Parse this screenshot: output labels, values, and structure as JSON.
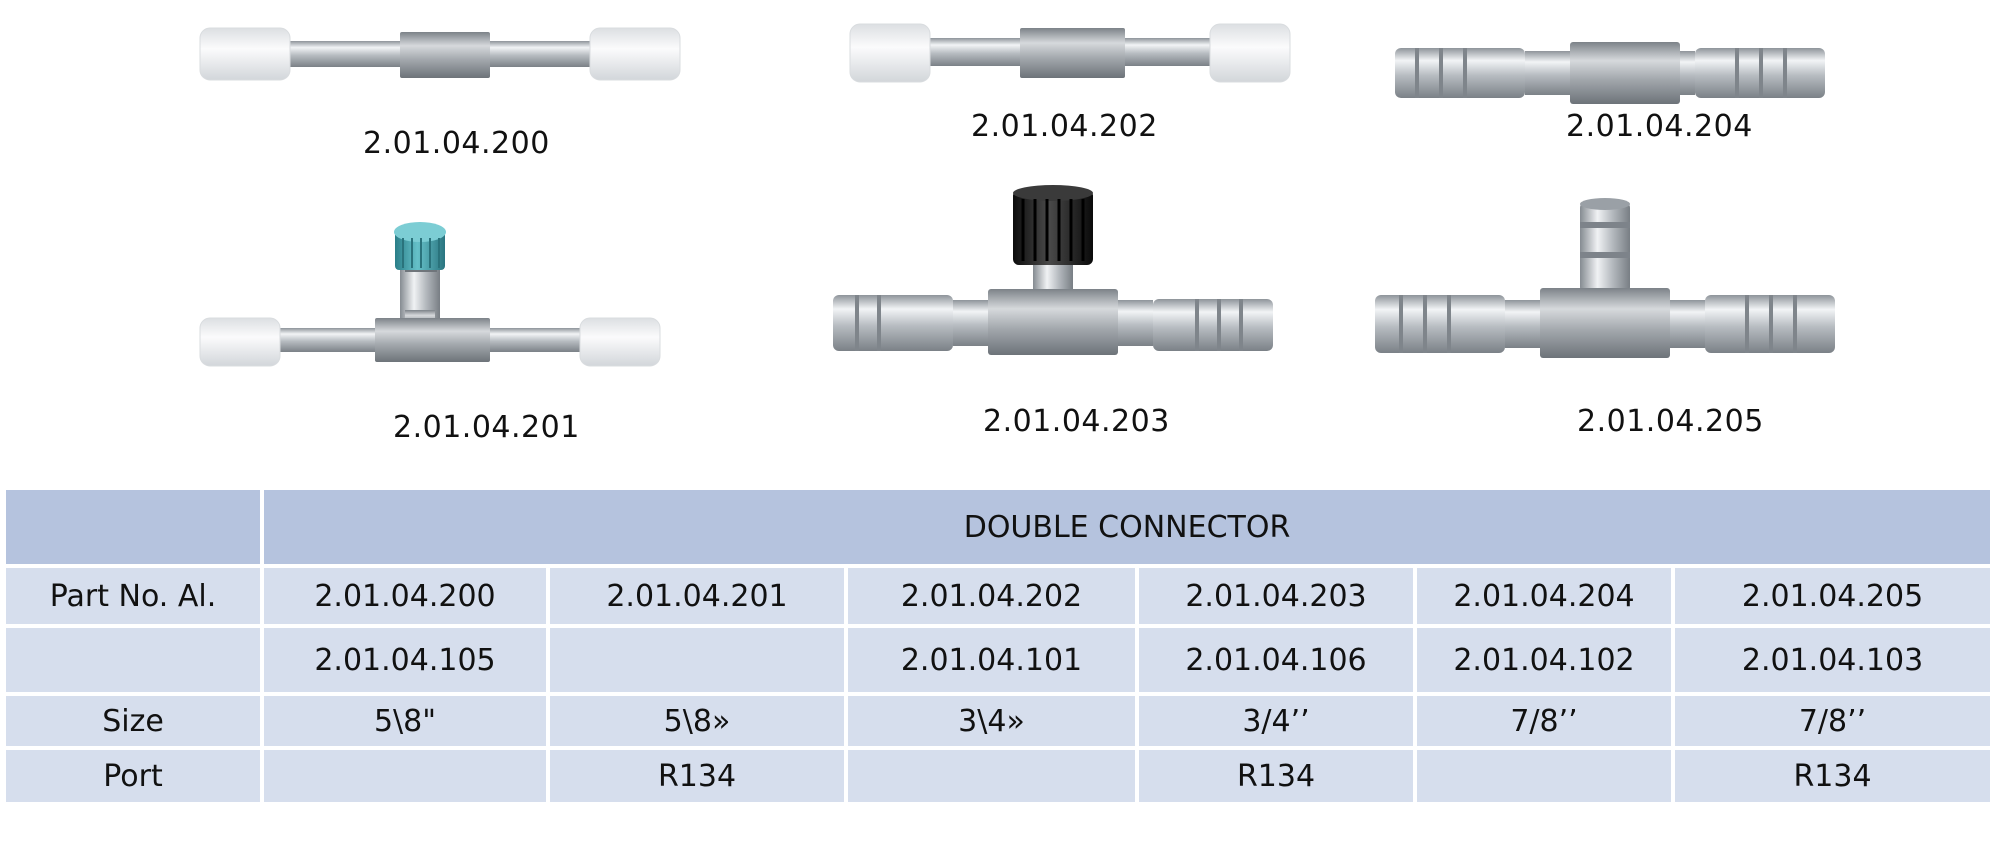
{
  "products": [
    {
      "id": "p200",
      "type": "straight-sleeved",
      "caption": "2.01.04.200"
    },
    {
      "id": "p202",
      "type": "straight-sleeved",
      "caption": "2.01.04.202"
    },
    {
      "id": "p204",
      "type": "straight-barbed",
      "caption": "2.01.04.204"
    },
    {
      "id": "p201",
      "type": "tee-sleeved-teal-cap",
      "caption": "2.01.04.201"
    },
    {
      "id": "p203",
      "type": "tee-barbed-black-cap",
      "caption": "2.01.04.203"
    },
    {
      "id": "p205",
      "type": "tee-barbed-open-port",
      "caption": "2.01.04.205"
    }
  ],
  "table": {
    "title": "DOUBLE CONNECTOR",
    "rows": [
      {
        "label": "Part No. Al.",
        "cells": [
          "2.01.04.200",
          "2.01.04.201",
          "2.01.04.202",
          "2.01.04.203",
          "2.01.04.204",
          "2.01.04.205"
        ]
      },
      {
        "label": "",
        "cells": [
          "2.01.04.105",
          "",
          "2.01.04.101",
          "2.01.04.106",
          "2.01.04.102",
          "2.01.04.103"
        ]
      },
      {
        "label": "Size",
        "cells": [
          "5\\8\"",
          "5\\8»",
          "3\\4»",
          "3/4’’",
          "7/8’’",
          "7/8’’"
        ]
      },
      {
        "label": "Port",
        "cells": [
          "",
          "R134",
          "",
          "R134",
          "",
          "R134"
        ]
      }
    ]
  },
  "colors": {
    "table_header_bg": "#b5c3de",
    "table_cell_bg": "#d6deed",
    "cap_teal": "#3f9ea8",
    "cap_black": "#1c1c1c",
    "metal": "#c2c6cb"
  }
}
